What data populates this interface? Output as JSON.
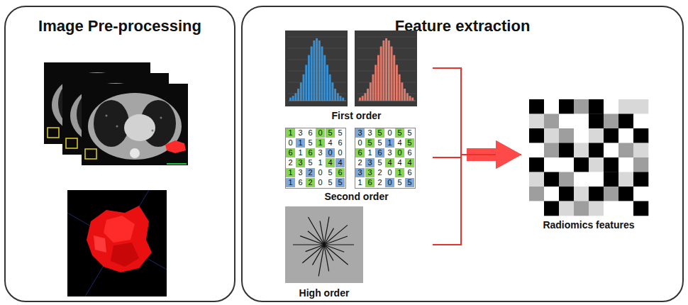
{
  "diagram": {
    "nodes": [
      {
        "text": [
          "Image Pre-processing"
        ]
      },
      {
        "text": [
          "Feature extraction"
        ]
      },
      {
        "text": [
          "First order"
        ],
        "in": 1
      },
      {
        "text": [
          "Second order"
        ],
        "in": 1
      },
      {
        "text": [
          "High order"
        ],
        "in": 1
      },
      {
        "text": [
          "Radiomics features"
        ],
        "in": 1
      }
    ],
    "edges": [
      {
        "from": 2,
        "to": 5,
        "arrow": "to"
      },
      {
        "from": 3,
        "to": 5,
        "arrow": "to"
      },
      {
        "from": 4,
        "to": 5,
        "arrow": "to"
      }
    ],
    "labels": [
      "1",
      "3",
      "6",
      "0",
      "5",
      "5",
      "0",
      "1",
      "5",
      "1",
      "4",
      "6",
      "6",
      "1",
      "6",
      "3",
      "0",
      "0",
      "2",
      "3",
      "5",
      "1",
      "4",
      "4",
      "1",
      "3",
      "2",
      "0",
      "5",
      "6",
      "1",
      "6",
      "2",
      "0",
      "5",
      "5",
      "3",
      "3",
      "5",
      "0",
      "5",
      "5",
      "0",
      "5",
      "5",
      "1",
      "4",
      "5",
      "6",
      "1",
      "6",
      "3",
      "0",
      "6",
      "2",
      "3",
      "5",
      "4",
      "4",
      "4",
      "3",
      "3",
      "2",
      "0",
      "1",
      "6",
      "1",
      "6",
      "2",
      "0",
      "5",
      "5"
    ]
  }
}
